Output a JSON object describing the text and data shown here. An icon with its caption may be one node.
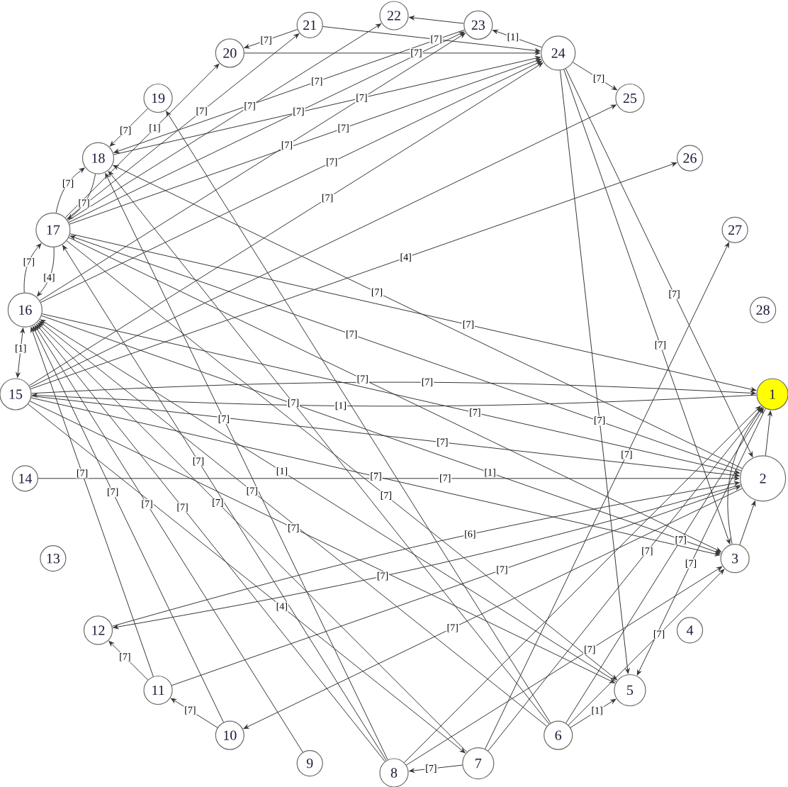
{
  "diagram": {
    "nodes": [
      {
        "text": [
          "1"
        ]
      },
      {
        "text": [
          "2"
        ]
      },
      {
        "text": [
          "3"
        ]
      },
      {
        "text": [
          "4"
        ]
      },
      {
        "text": [
          "5"
        ]
      },
      {
        "text": [
          "6"
        ]
      },
      {
        "text": [
          "7"
        ]
      },
      {
        "text": [
          "8"
        ]
      },
      {
        "text": [
          "9"
        ]
      },
      {
        "text": [
          "10"
        ]
      },
      {
        "text": [
          "11"
        ]
      },
      {
        "text": [
          "12"
        ]
      },
      {
        "text": [
          "13"
        ]
      },
      {
        "text": [
          "14"
        ]
      },
      {
        "text": [
          "15"
        ]
      },
      {
        "text": [
          "16"
        ]
      },
      {
        "text": [
          "17"
        ]
      },
      {
        "text": [
          "18"
        ]
      },
      {
        "text": [
          "19"
        ]
      },
      {
        "text": [
          "20"
        ]
      },
      {
        "text": [
          "21"
        ]
      },
      {
        "text": [
          "22"
        ]
      },
      {
        "text": [
          "23"
        ]
      },
      {
        "text": [
          "24"
        ]
      },
      {
        "text": [
          "25"
        ]
      },
      {
        "text": [
          "26"
        ]
      },
      {
        "text": [
          "27"
        ]
      },
      {
        "text": [
          "28"
        ]
      }
    ],
    "edges": [
      {
        "from": 20,
        "to": 19,
        "arrow": "to",
        "label": "[7]"
      },
      {
        "from": 16,
        "to": 20,
        "arrow": "to",
        "label": "[7]"
      },
      {
        "from": 19,
        "to": 23,
        "arrow": "to",
        "label": "[7]"
      },
      {
        "from": 16,
        "to": 19,
        "arrow": "to",
        "label": "[1]"
      },
      {
        "from": 18,
        "to": 17,
        "arrow": "to",
        "label": "[7]"
      },
      {
        "from": 16,
        "to": 17,
        "arrow": "to",
        "label": "[7]"
      },
      {
        "from": 17,
        "to": 16,
        "arrow": "to",
        "label": "[7]"
      },
      {
        "from": 23,
        "to": 22,
        "arrow": "to",
        "label": "[1]"
      },
      {
        "from": 22,
        "to": 21,
        "arrow": "to"
      },
      {
        "from": 20,
        "to": 23,
        "arrow": "to",
        "label": "[7]"
      },
      {
        "from": 16,
        "to": 21,
        "arrow": "to",
        "label": "[7]"
      },
      {
        "from": 16,
        "to": 22,
        "arrow": "to",
        "label": "[7]"
      },
      {
        "from": 16,
        "to": 23,
        "arrow": "to",
        "label": "[7]"
      },
      {
        "from": 15,
        "to": 23,
        "arrow": "to",
        "label": "[7]"
      },
      {
        "from": 14,
        "to": 23,
        "arrow": "to",
        "label": "[7]"
      },
      {
        "from": 17,
        "to": 23,
        "arrow": "to",
        "label": "[7]"
      },
      {
        "from": 15,
        "to": 22,
        "arrow": "to",
        "label": "[7]"
      },
      {
        "from": 22,
        "to": 17,
        "arrow": "to",
        "label": "[7]"
      },
      {
        "from": 23,
        "to": 24,
        "arrow": "to",
        "label": "[7]"
      },
      {
        "from": 14,
        "to": 24,
        "arrow": "to"
      },
      {
        "from": 14,
        "to": 25,
        "arrow": "to",
        "label": "[4]"
      },
      {
        "from": 6,
        "to": 26,
        "arrow": "to",
        "label": "[7]"
      },
      {
        "from": 23,
        "to": 4,
        "arrow": "to",
        "label": "[7]"
      },
      {
        "from": 23,
        "to": 2,
        "arrow": "to",
        "label": "[7]"
      },
      {
        "from": 23,
        "to": 1,
        "arrow": "to",
        "label": "[7]"
      },
      {
        "from": 14,
        "to": 0,
        "arrow": "to",
        "label": "[7]"
      },
      {
        "from": 0,
        "to": 14,
        "arrow": "to",
        "label": "[1]"
      },
      {
        "from": 16,
        "to": 0,
        "arrow": "to",
        "label": "[7]"
      },
      {
        "from": 13,
        "to": 1,
        "arrow": "to",
        "label": "[7]"
      },
      {
        "from": 0,
        "to": 4,
        "arrow": "to",
        "label": "[7]"
      },
      {
        "from": 1,
        "to": 0,
        "arrow": "to"
      },
      {
        "from": 2,
        "to": 0,
        "arrow": "to"
      },
      {
        "from": 5,
        "to": 0,
        "arrow": "to",
        "label": "[7]"
      },
      {
        "from": 6,
        "to": 0,
        "arrow": "to",
        "label": "[7]"
      },
      {
        "from": 7,
        "to": 0,
        "arrow": "to"
      },
      {
        "from": 11,
        "to": 1,
        "arrow": "to",
        "label": "[6]"
      },
      {
        "from": 1,
        "to": 11,
        "arrow": "to",
        "label": "[7]"
      },
      {
        "from": 10,
        "to": 1,
        "arrow": "to",
        "label": "[7]"
      },
      {
        "from": 1,
        "to": 9,
        "arrow": "to",
        "label": "[7]"
      },
      {
        "from": 10,
        "to": 11,
        "arrow": "to",
        "label": "[7]"
      },
      {
        "from": 9,
        "to": 10,
        "arrow": "to",
        "label": "[7]"
      },
      {
        "from": 6,
        "to": 7,
        "arrow": "to",
        "label": "[7]"
      },
      {
        "from": 5,
        "to": 4,
        "arrow": "to",
        "label": "[1]"
      },
      {
        "from": 14,
        "to": 15,
        "arrow": "both",
        "label": "[1]"
      },
      {
        "from": 15,
        "to": 16,
        "arrow": "to",
        "label": "[7]"
      },
      {
        "from": 16,
        "to": 15,
        "arrow": "to",
        "label": "[4]"
      },
      {
        "from": 10,
        "to": 15,
        "arrow": "to",
        "label": "[7]"
      },
      {
        "from": 9,
        "to": 15,
        "arrow": "to",
        "label": "[7]"
      },
      {
        "from": 8,
        "to": 15,
        "arrow": "to",
        "label": "[7]"
      },
      {
        "from": 7,
        "to": 15,
        "arrow": "to",
        "label": "[7]"
      },
      {
        "from": 6,
        "to": 15,
        "arrow": "to",
        "label": "[7]"
      },
      {
        "from": 5,
        "to": 15,
        "arrow": "to",
        "label": "[7]"
      },
      {
        "from": 4,
        "to": 15,
        "arrow": "to",
        "label": "[1]"
      },
      {
        "from": 7,
        "to": 16,
        "arrow": "to",
        "label": "[7]"
      },
      {
        "from": 7,
        "to": 17,
        "arrow": "to",
        "label": "[7]"
      },
      {
        "from": 5,
        "to": 17,
        "arrow": "to",
        "label": "[7]"
      },
      {
        "from": 1,
        "to": 17,
        "arrow": "to",
        "label": "[7]"
      },
      {
        "from": 7,
        "to": 2,
        "arrow": "to",
        "label": "[7]"
      },
      {
        "from": 14,
        "to": 6,
        "arrow": "to",
        "label": "[4]"
      },
      {
        "from": 14,
        "to": 1,
        "arrow": "to",
        "label": "[7]"
      },
      {
        "from": 14,
        "to": 2,
        "arrow": "to",
        "label": "[7]"
      },
      {
        "from": 15,
        "to": 1,
        "arrow": "to",
        "label": "[7]"
      },
      {
        "from": 15,
        "to": 2,
        "arrow": "to",
        "label": "[1]"
      },
      {
        "from": 16,
        "to": 2,
        "arrow": "to",
        "label": "[7]"
      },
      {
        "from": 16,
        "to": 4,
        "arrow": "to",
        "label": "[7]"
      },
      {
        "from": 14,
        "to": 4,
        "arrow": "to",
        "label": "[7]"
      },
      {
        "from": 5,
        "to": 18,
        "arrow": "to"
      },
      {
        "from": 2,
        "to": 1,
        "arrow": "to"
      },
      {
        "from": 5,
        "to": 2,
        "arrow": "to",
        "label": "[7]"
      },
      {
        "from": 1,
        "to": 16,
        "arrow": "to",
        "label": "[7]"
      }
    ]
  }
}
